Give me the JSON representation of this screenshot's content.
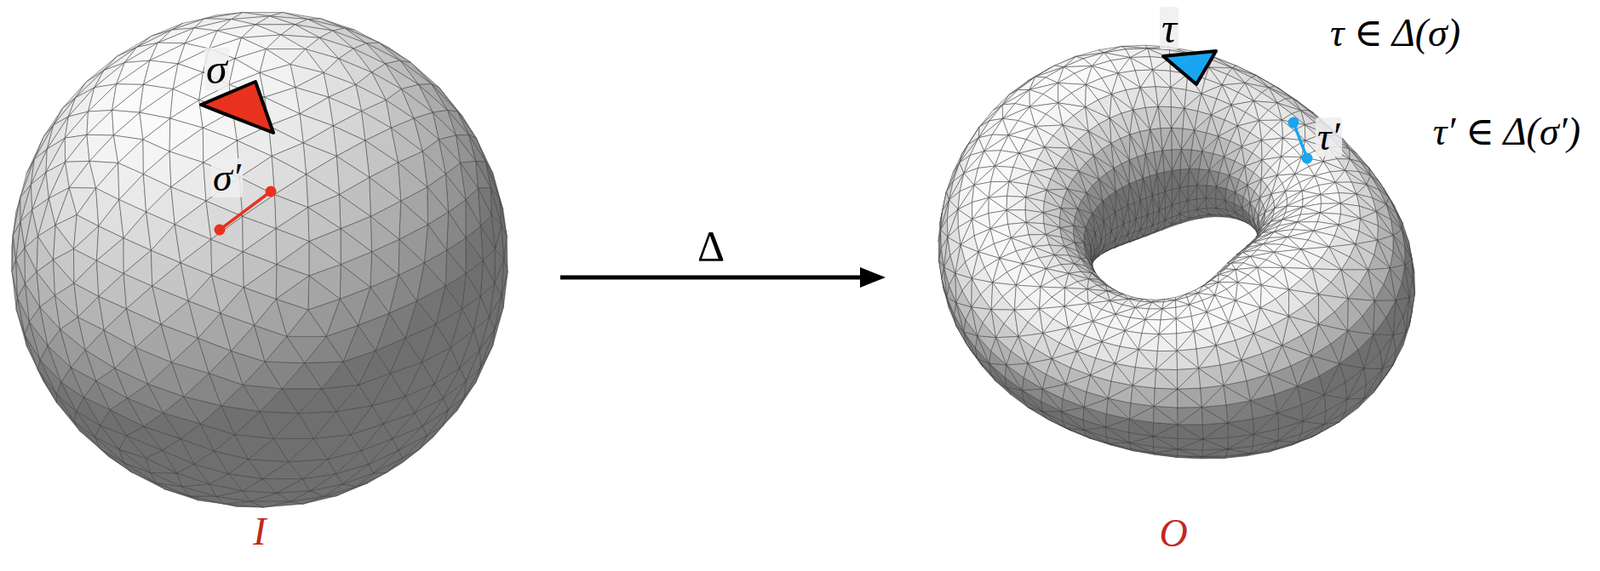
{
  "diagram": {
    "nodes": [
      {
        "text": [
          "I"
        ]
      },
      {
        "text": [
          "O"
        ]
      }
    ],
    "edges": [
      {
        "from": 0,
        "to": 1,
        "arrow": "to",
        "label": "Δ"
      }
    ],
    "labels": [
      "σ",
      "σ′",
      "τ",
      "τ′",
      "τ ∈ Δ(σ)",
      "τ′ ∈ Δ(σ′)"
    ]
  }
}
